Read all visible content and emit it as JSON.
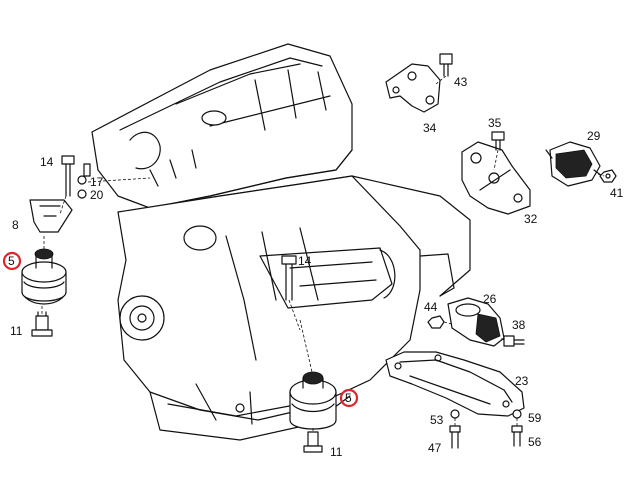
{
  "colors": {
    "highlight": "#e0242b",
    "ink": "#111111",
    "background": "#ffffff"
  },
  "labels": {
    "p5a": "5",
    "p5b": "5",
    "p8": "8",
    "p11a": "11",
    "p11b": "11",
    "p14a": "14",
    "p14b": "14",
    "p17": "17",
    "p20": "20",
    "p23": "23",
    "p26": "26",
    "p29": "29",
    "p32": "32",
    "p34": "34",
    "p35": "35",
    "p38": "38",
    "p41": "41",
    "p43": "43",
    "p44": "44",
    "p47": "47",
    "p53": "53",
    "p56": "56",
    "p59": "59"
  }
}
